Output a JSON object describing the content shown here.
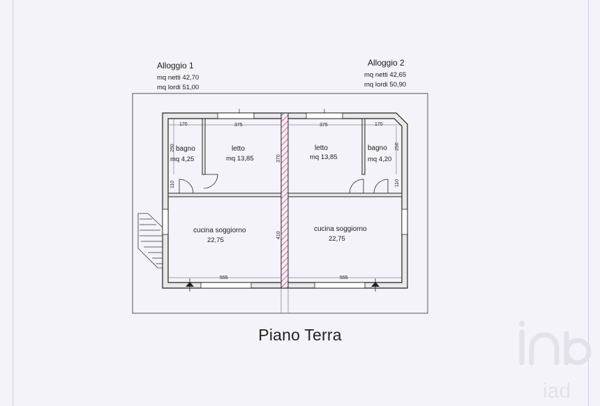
{
  "title": "Piano Terra",
  "units": [
    {
      "name": "Alloggio 1",
      "net": "mq netti 42,70",
      "gross": "mq lordi 51,00"
    },
    {
      "name": "Alloggio 2",
      "net": "mq netti 42,65",
      "gross": "mq lordi 50,90"
    }
  ],
  "rooms": {
    "bagno_left": {
      "name": "bagno",
      "area": "mq 4,25"
    },
    "letto_left": {
      "name": "letto",
      "area": "mq 13,85"
    },
    "letto_right": {
      "name": "letto",
      "area": "mq 13,85"
    },
    "bagno_right": {
      "name": "bagno",
      "area": "mq 4,20"
    },
    "cucina_left": {
      "name": "cucina soggiorno",
      "area": "22,75"
    },
    "cucina_right": {
      "name": "cucina soggiorno",
      "area": "22,75"
    }
  },
  "dimensions": {
    "bagno_left_w": "170",
    "letto_left_w": "375",
    "letto_right_w": "375",
    "bagno_right_w": "170",
    "bagno_left_h": "250",
    "bagno_right_h": "250",
    "door_left_h": "110",
    "door_right_h": "110",
    "bedroom_depth": "370",
    "living_depth": "410",
    "living_left_w": "555",
    "living_right_w": "555"
  },
  "colors": {
    "wall": "#e9e9e9",
    "wall_stroke": "#222222",
    "party_wall": "#d9709a",
    "frame": "#555555",
    "watermark": "#e4e4ea"
  },
  "watermark_text": "iad"
}
